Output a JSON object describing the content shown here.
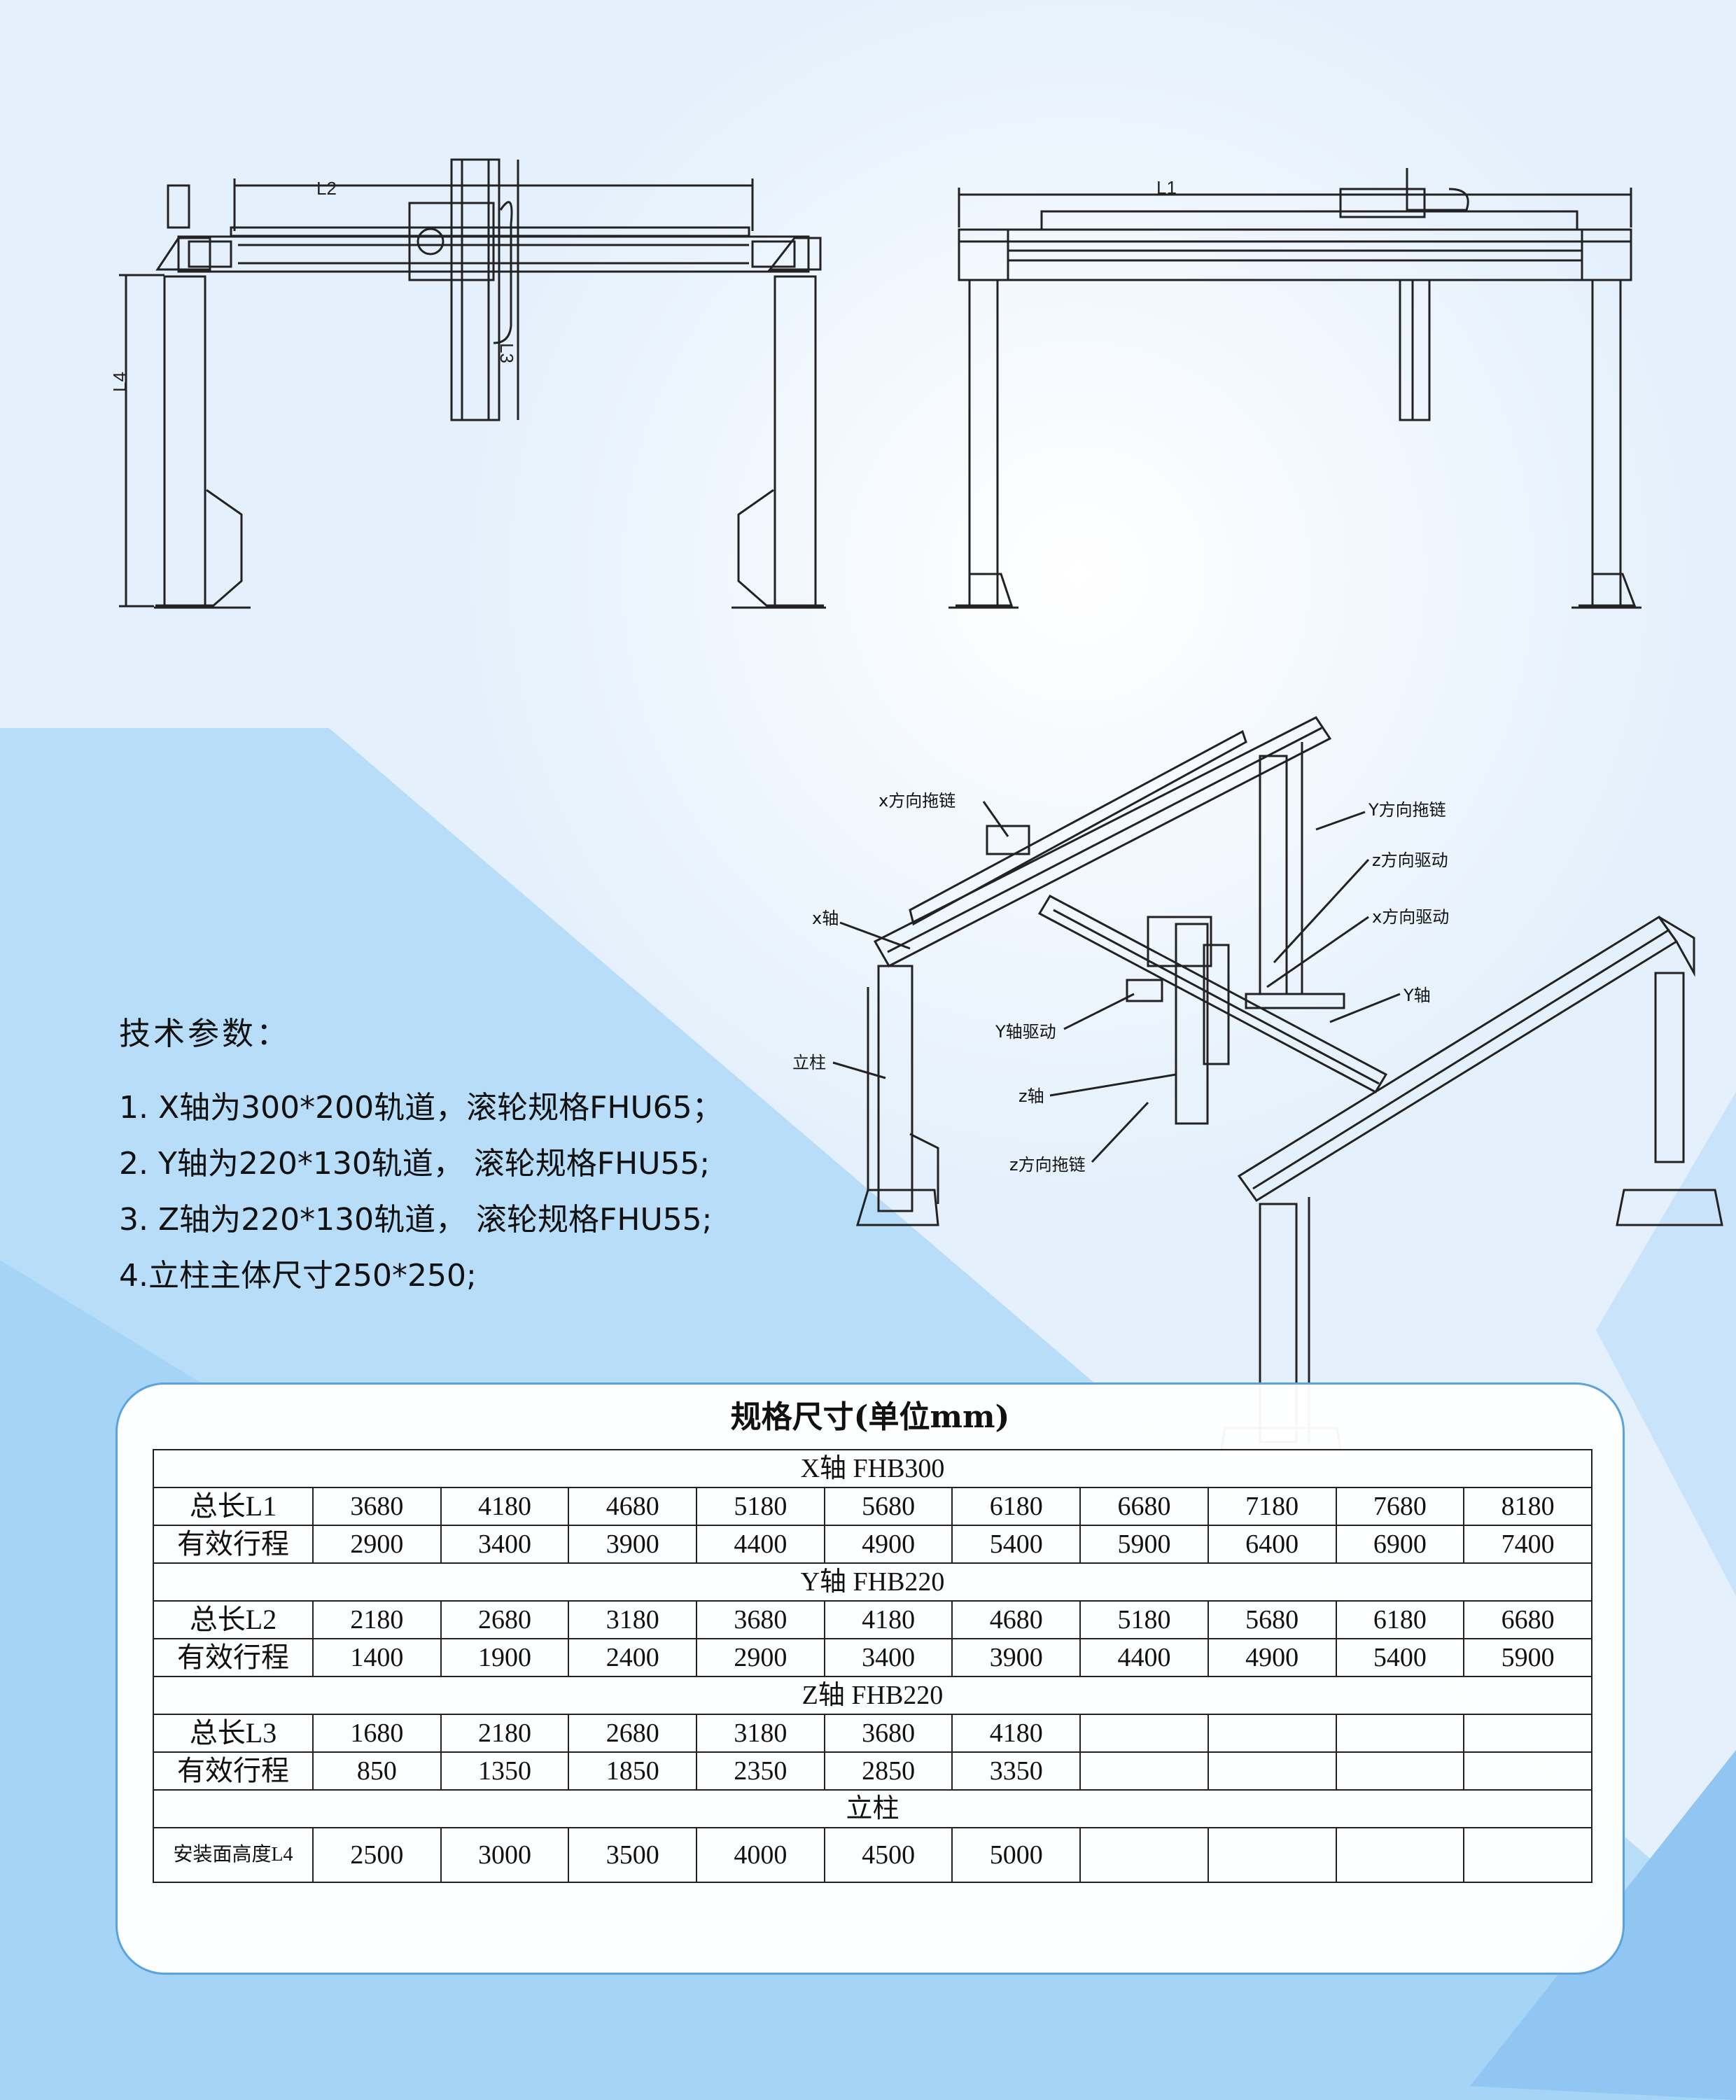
{
  "drawing": {
    "front_view": {
      "dims": [
        "L2",
        "L3",
        "L4"
      ]
    },
    "side_view": {
      "dims": [
        "L1"
      ]
    },
    "callouts": [
      "x方向拖链",
      "Y方向拖链",
      "z方向驱动",
      "x方向驱动",
      "x轴",
      "Y轴",
      "Y轴驱动",
      "立柱",
      "z轴",
      "z方向拖链"
    ],
    "line_color": "#222222"
  },
  "tech": {
    "title": "技术参数：",
    "items": [
      "1. X轴为300*200轨道，滚轮规格FHU65；",
      "2. Y轴为220*130轨道， 滚轮规格FHU55;",
      "3. Z轴为220*130轨道， 滚轮规格FHU55;",
      "4.立柱主体尺寸250*250;"
    ]
  },
  "spec_table": {
    "title": "规格尺寸(单位mm)",
    "sections": [
      {
        "title": "X轴 FHB300",
        "rows": [
          {
            "label": "总长L1",
            "values": [
              "3680",
              "4180",
              "4680",
              "5180",
              "5680",
              "6180",
              "6680",
              "7180",
              "7680",
              "8180"
            ]
          },
          {
            "label": "有效行程",
            "values": [
              "2900",
              "3400",
              "3900",
              "4400",
              "4900",
              "5400",
              "5900",
              "6400",
              "6900",
              "7400"
            ]
          }
        ]
      },
      {
        "title": "Y轴 FHB220",
        "rows": [
          {
            "label": "总长L2",
            "values": [
              "2180",
              "2680",
              "3180",
              "3680",
              "4180",
              "4680",
              "5180",
              "5680",
              "6180",
              "6680"
            ]
          },
          {
            "label": "有效行程",
            "values": [
              "1400",
              "1900",
              "2400",
              "2900",
              "3400",
              "3900",
              "4400",
              "4900",
              "5400",
              "5900"
            ]
          }
        ]
      },
      {
        "title": "Z轴 FHB220",
        "rows": [
          {
            "label": "总长L3",
            "values": [
              "1680",
              "2180",
              "2680",
              "3180",
              "3680",
              "4180",
              "",
              "",
              "",
              ""
            ]
          },
          {
            "label": "有效行程",
            "values": [
              "850",
              "1350",
              "1850",
              "2350",
              "2850",
              "3350",
              "",
              "",
              "",
              ""
            ]
          }
        ]
      },
      {
        "title": "立柱",
        "rows": [
          {
            "label": "安装面高度L4",
            "values": [
              "2500",
              "3000",
              "3500",
              "4000",
              "4500",
              "5000",
              "",
              "",
              "",
              ""
            ]
          }
        ]
      }
    ]
  },
  "colors": {
    "background": "#eaf4fd",
    "accent_blue": "#9fd0f5",
    "card_border": "#5aa3df"
  }
}
